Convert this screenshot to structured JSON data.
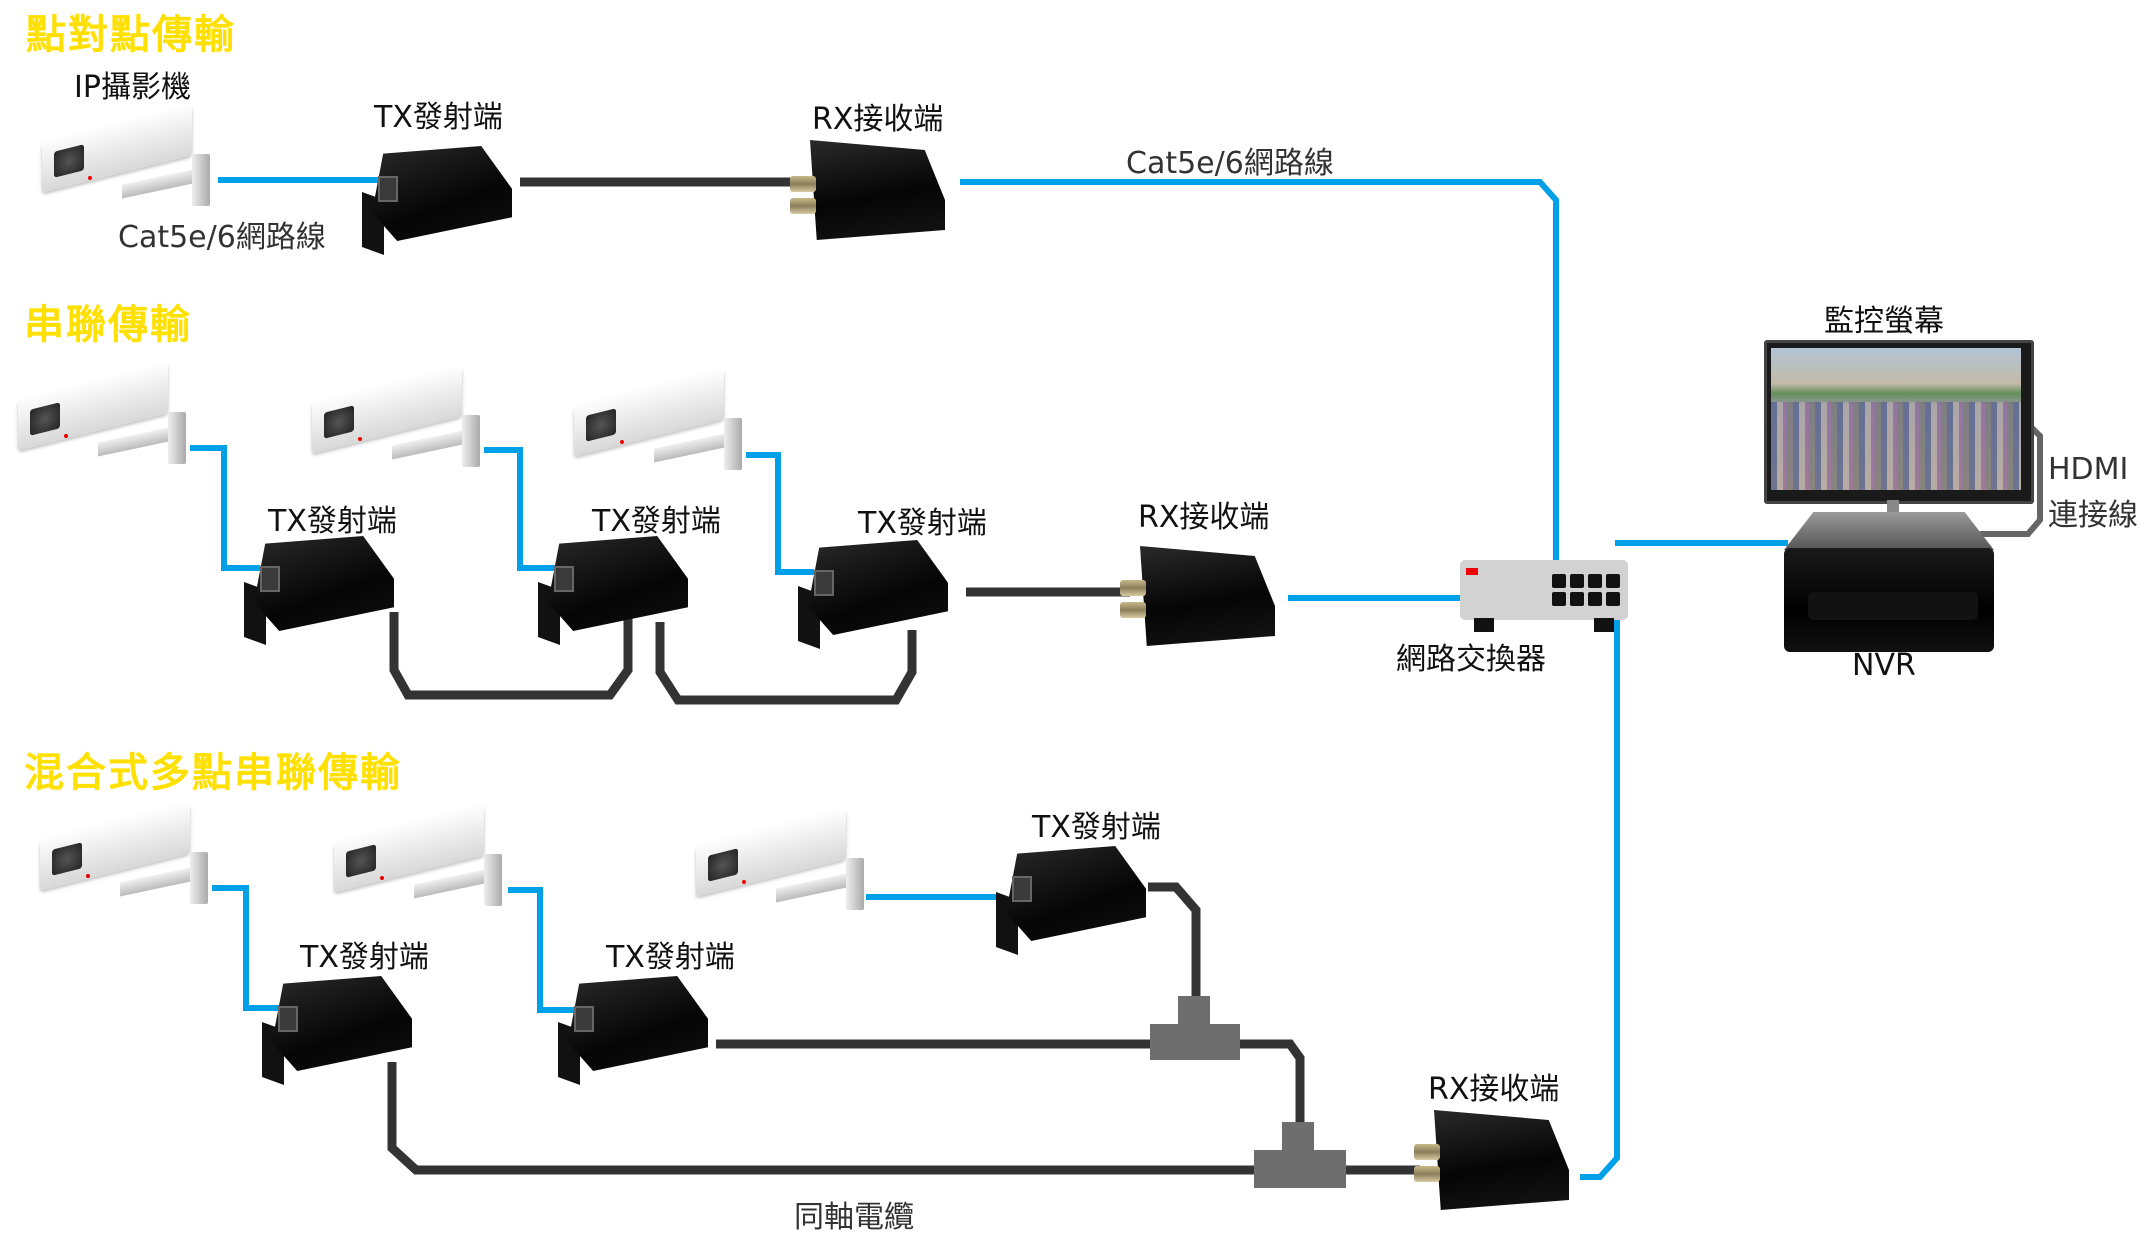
{
  "diagram": {
    "colors": {
      "section_title": "#FFE000",
      "network_cable": "#00A0E9",
      "coax_cable": "#333333",
      "hdmi_cable": "#666666",
      "t_connector": "#6E6E6E"
    },
    "sections": [
      {
        "id": "point-to-point",
        "title": "點對點傳輸"
      },
      {
        "id": "daisy-chain",
        "title": "串聯傳輸"
      },
      {
        "id": "hybrid-multipoint",
        "title": "混合式多點串聯傳輸"
      }
    ],
    "labels": {
      "ip_camera": "IP攝影機",
      "tx": "TX發射端",
      "rx": "RX接收端",
      "cat5e_cable": "Cat5e/6網路線",
      "switch": "網路交換器",
      "monitor": "監控螢幕",
      "nvr": "NVR",
      "hdmi_line1": "HDMI",
      "hdmi_line2": "連接線",
      "coax": "同軸電纜"
    },
    "icons": {
      "camera": "ip-camera-icon",
      "tx": "tx-transmitter-icon",
      "rx": "rx-receiver-icon",
      "switch": "network-switch-icon",
      "monitor": "monitor-icon",
      "nvr": "nvr-icon",
      "t_connector": "bnc-t-connector-icon"
    }
  }
}
